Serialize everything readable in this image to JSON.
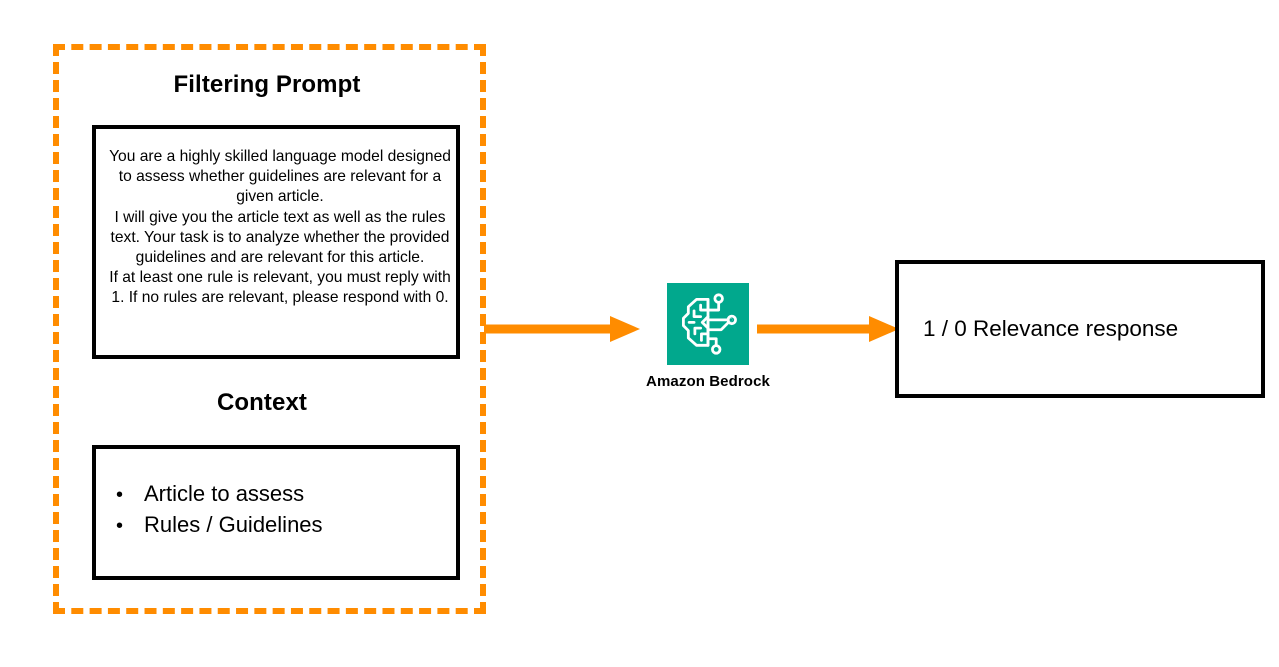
{
  "diagram": {
    "group": {
      "border_color": "#ff8c00",
      "sections": [
        {
          "heading": "Filtering Prompt",
          "body": "You are a highly skilled language model designed to assess whether guidelines are relevant for a given article.\nI will give you the article text as well as the rules text. Your task is to analyze whether the provided guidelines and are relevant for this article.\nIf at least one rule is relevant, you must reply with 1. If no rules are relevant, please respond with 0."
        },
        {
          "heading": "Context",
          "bullets": [
            {
              "mark": "•",
              "label": "Article to assess"
            },
            {
              "mark": "•",
              "label": "Rules / Guidelines"
            }
          ]
        }
      ]
    },
    "service": {
      "label": "Amazon Bedrock",
      "icon": "bedrock-brain-circuit-icon",
      "icon_color": "#01a88d"
    },
    "output": {
      "label": "1 / 0 Relevance response"
    },
    "arrows": [
      {
        "name": "arrow-prompt-to-bedrock",
        "color": "#ff8c00"
      },
      {
        "name": "arrow-bedrock-to-response",
        "color": "#ff8c00"
      }
    ]
  }
}
